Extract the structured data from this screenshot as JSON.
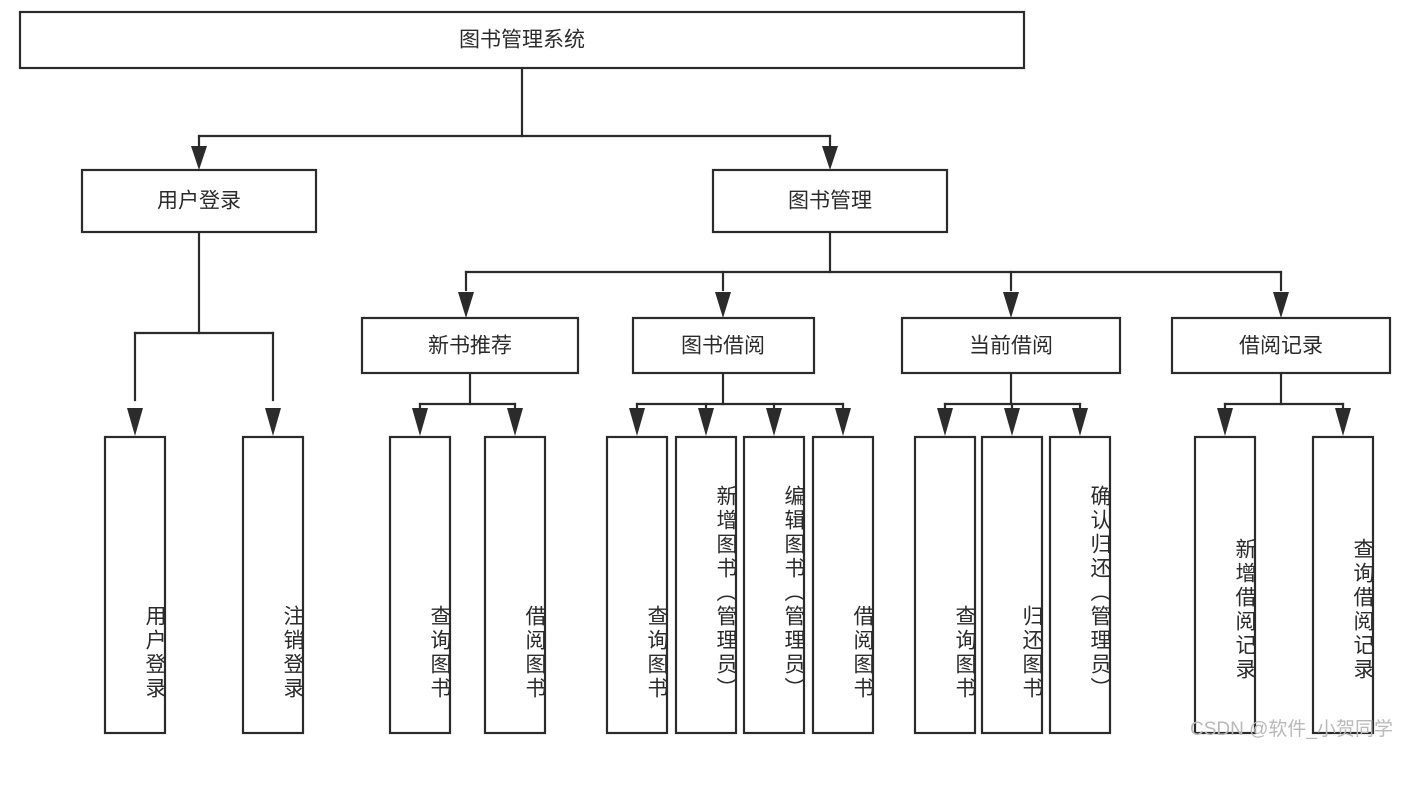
{
  "diagram": {
    "title": "图书管理系统",
    "type": "tree-hierarchy-chart",
    "root": {
      "label": "图书管理系统"
    },
    "level2": [
      {
        "label": "用户登录"
      },
      {
        "label": "图书管理"
      }
    ],
    "level3": [
      {
        "label": "新书推荐"
      },
      {
        "label": "图书借阅"
      },
      {
        "label": "当前借阅"
      },
      {
        "label": "借阅记录"
      }
    ],
    "leaves": {
      "user_login": [
        {
          "label": "用户登录"
        },
        {
          "label": "注销登录"
        }
      ],
      "new_book_recommend": [
        {
          "label": "查询图书"
        },
        {
          "label": "借阅图书"
        }
      ],
      "book_borrow": [
        {
          "label": "查询图书"
        },
        {
          "label": "新增图书（管理员）"
        },
        {
          "label": "编辑图书（管理员）"
        },
        {
          "label": "借阅图书"
        }
      ],
      "current_borrow": [
        {
          "label": "查询图书"
        },
        {
          "label": "归还图书"
        },
        {
          "label": "确认归还（管理员）"
        }
      ],
      "borrow_record": [
        {
          "label": "新增借阅记录"
        },
        {
          "label": "查询借阅记录"
        }
      ]
    }
  },
  "watermark": {
    "text": "CSDN @软件_小贺同学"
  },
  "colors": {
    "line": "#2b2b2b",
    "box_fill": "#ffffff",
    "text": "#2b2b2b",
    "watermark": "#b9b9b9"
  }
}
